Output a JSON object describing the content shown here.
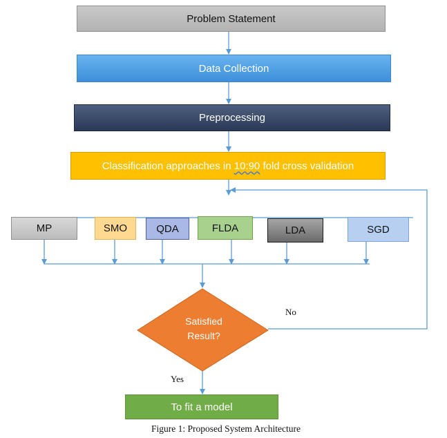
{
  "nodes": {
    "problem_statement": "Problem Statement",
    "data_collection": "Data Collection",
    "preprocessing": "Preprocessing",
    "classification": {
      "prefix": "Classification approaches in ",
      "ratio": "10:90",
      "suffix": " fold cross validation"
    },
    "classifiers": [
      "MP",
      "SMO",
      "QDA",
      "FLDA",
      "LDA",
      "SGD"
    ],
    "decision": {
      "line1": "Satisfied",
      "line2": "Result?"
    },
    "fit_model": "To fit a model"
  },
  "edge_labels": {
    "no": "No",
    "yes": "Yes"
  },
  "caption": "Figure 1: Proposed System Architecture",
  "colors": {
    "arrow": "#5b9bd5",
    "decision": "#ed7d31"
  }
}
